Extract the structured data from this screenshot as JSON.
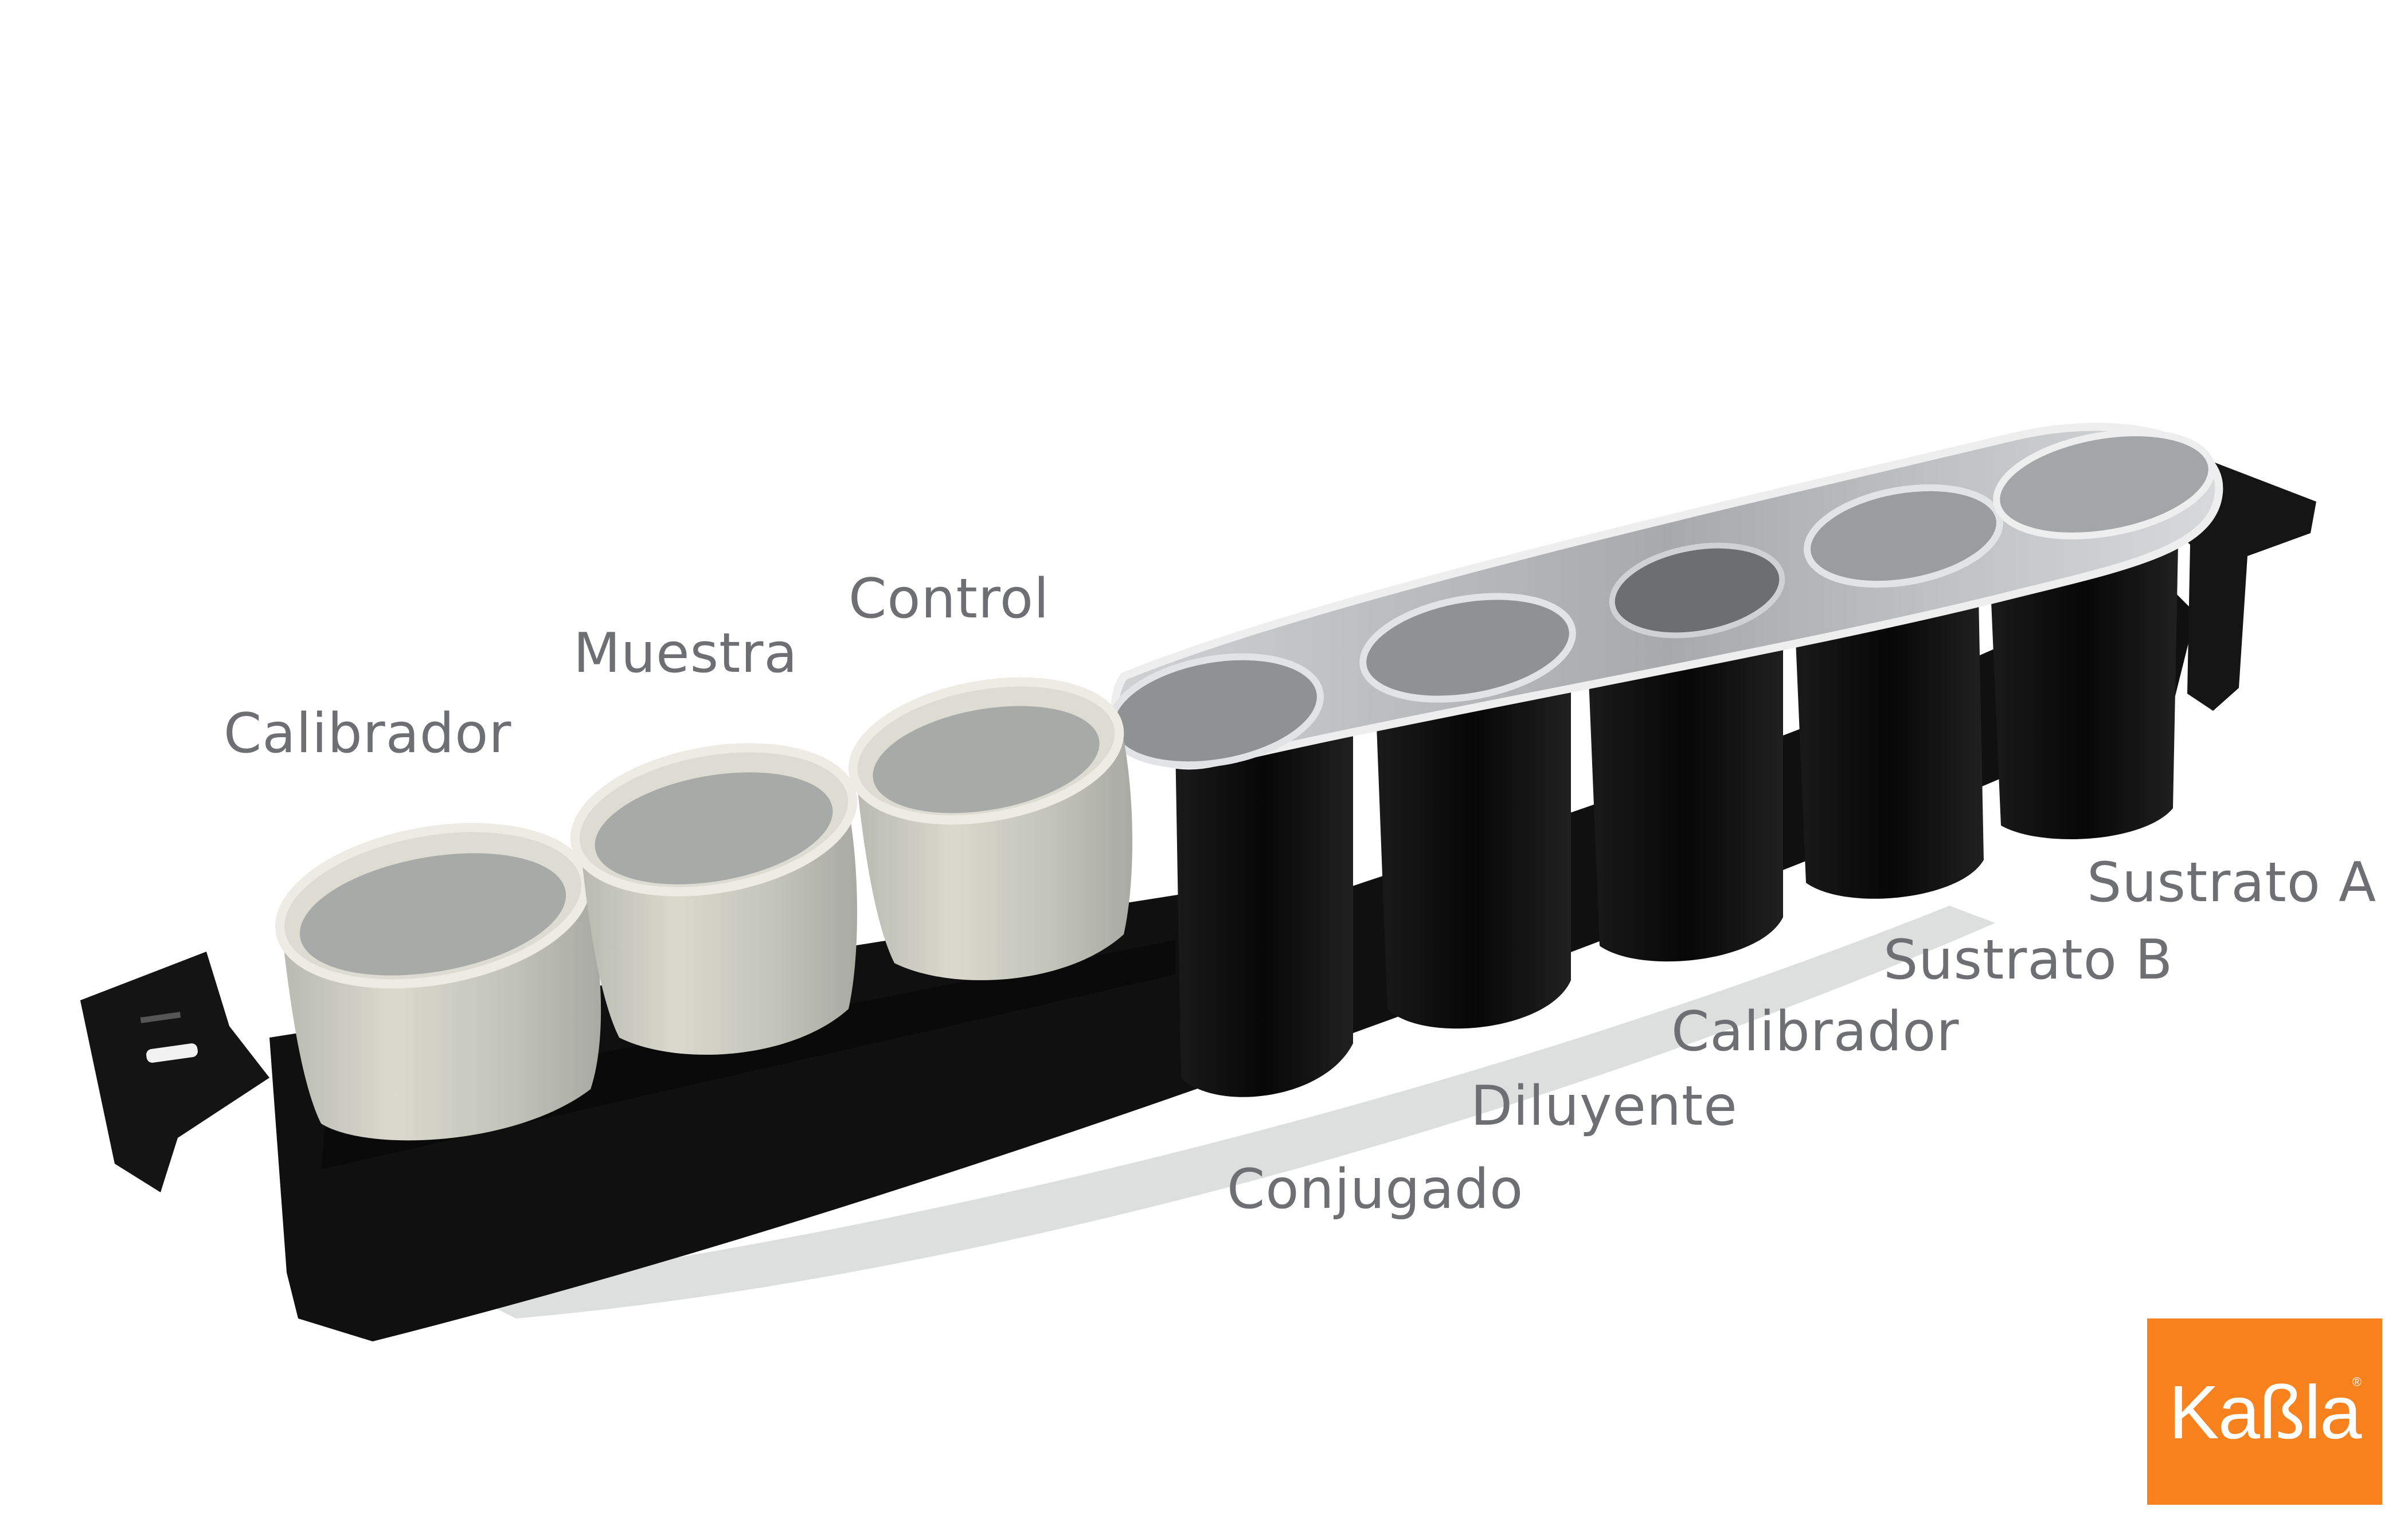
{
  "diagram": {
    "labels": {
      "calibrador_1": "Calibrador",
      "muestra": "Muestra",
      "control": "Control",
      "sustrato_a": "Sustrato A",
      "sustrato_b": "Sustrato B",
      "calibrador_2": "Calibrador",
      "diluyente": "Diluyente",
      "conjugado": "Conjugado"
    },
    "cup_colors": {
      "open_cup": "#d8d8cc",
      "sealed_well": "#111011",
      "foil": "#b9bbbd"
    }
  },
  "logo": {
    "text": "Kaßla",
    "reg": "®",
    "color": "#f7811c"
  }
}
